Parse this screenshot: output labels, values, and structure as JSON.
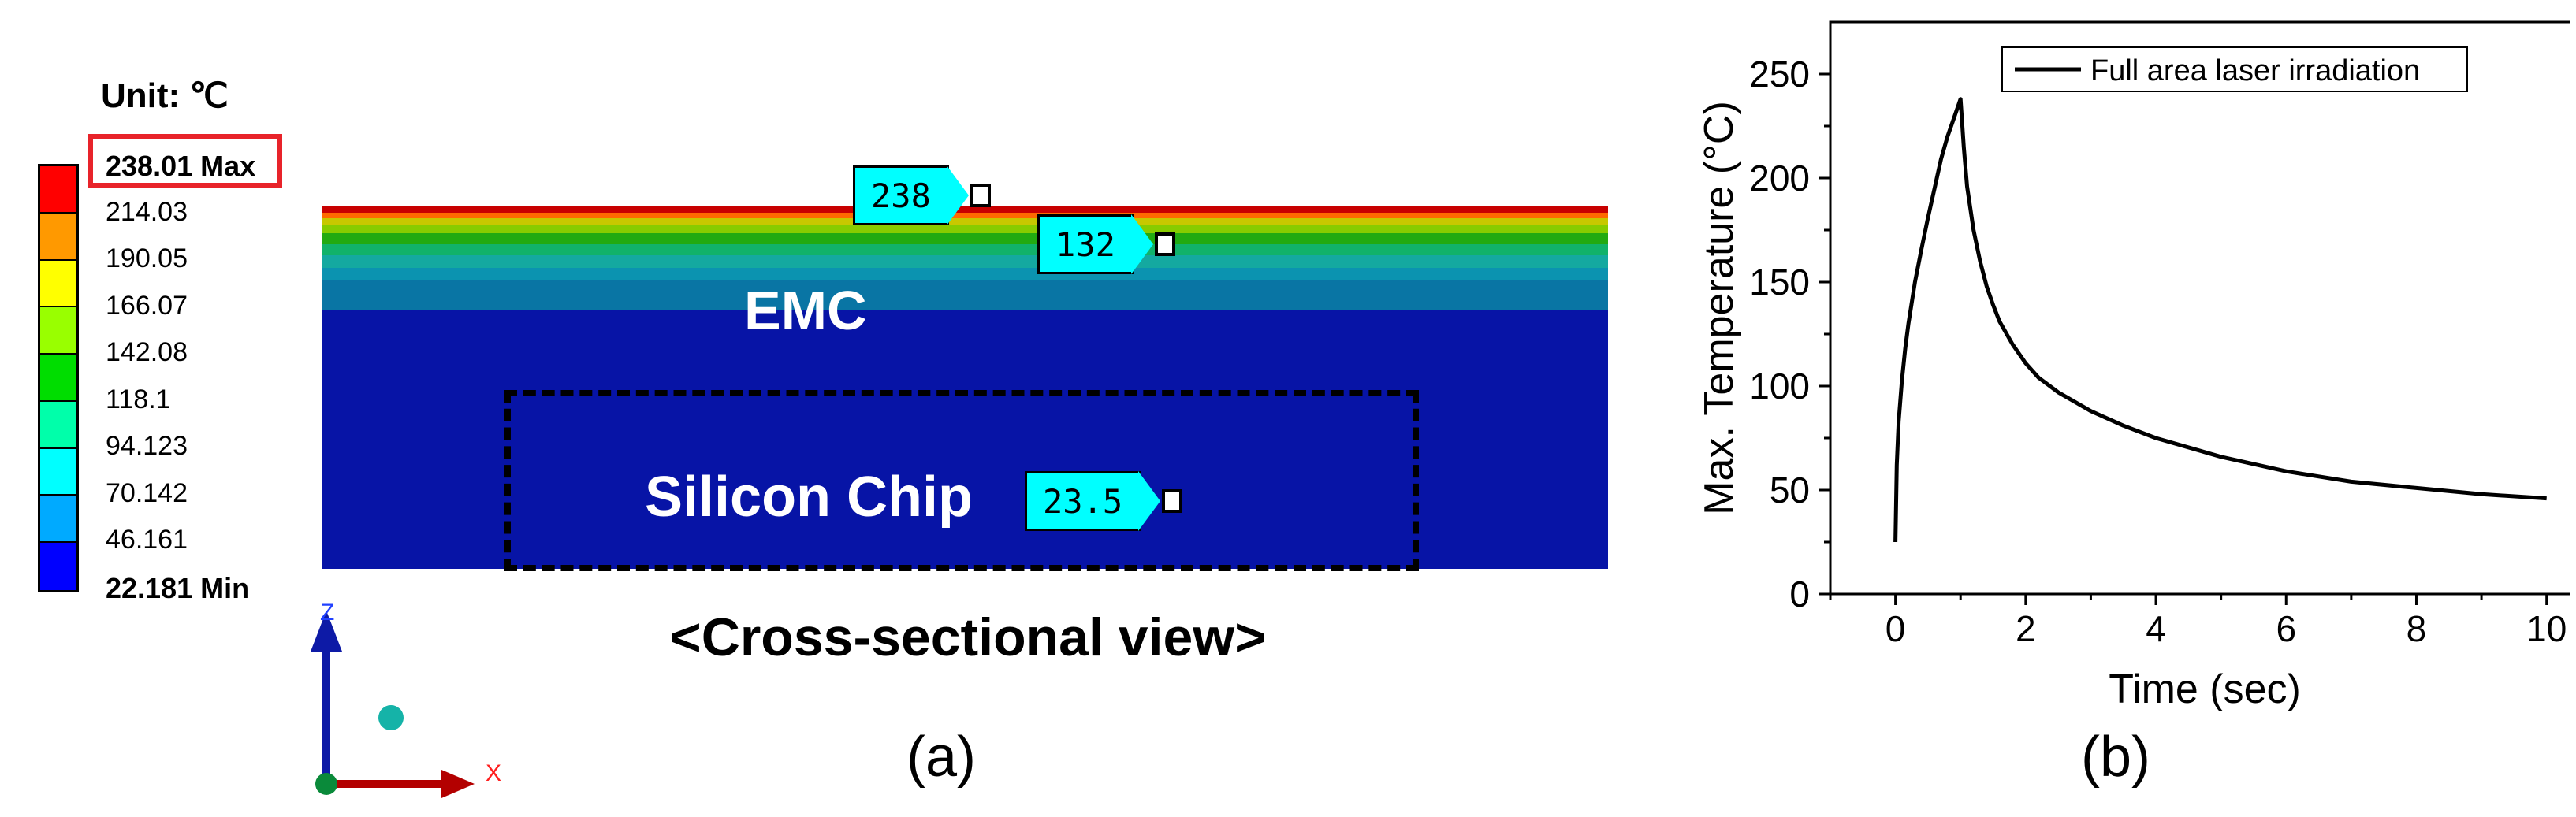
{
  "panel_a": {
    "unit_title": "Unit: ℃",
    "scale_labels": [
      "238.01 Max",
      "214.03",
      "190.05",
      "166.07",
      "142.08",
      "118.1",
      "94.123",
      "70.142",
      "46.161",
      "22.181 Min"
    ],
    "scale_colors": [
      "#ff0000",
      "#ff9900",
      "#ffff00",
      "#99ff00",
      "#00dd00",
      "#00ffaa",
      "#00ffff",
      "#00aaff",
      "#0000ff"
    ],
    "region_emc": "EMC",
    "region_chip": "Silicon Chip",
    "probes": [
      "238",
      "132",
      "23.5"
    ],
    "caption": "<Cross-sectional view>",
    "axis_z": "Z",
    "axis_x": "X",
    "panel_label": "(a)"
  },
  "panel_b": {
    "panel_label": "(b)"
  },
  "chart_data": {
    "type": "line",
    "title": "",
    "xlabel": "Time (sec)",
    "ylabel": "Max. Temperature (°C)",
    "xlim": [
      -1,
      10.5
    ],
    "ylim": [
      0,
      275
    ],
    "xticks": [
      0,
      2,
      4,
      6,
      8,
      10
    ],
    "yticks": [
      0,
      50,
      100,
      150,
      200,
      250
    ],
    "grid": false,
    "legend_position": "top-right",
    "series": [
      {
        "name": "Full area laser irradiation",
        "color": "#000000",
        "x": [
          0,
          0.02,
          0.05,
          0.1,
          0.15,
          0.2,
          0.3,
          0.4,
          0.5,
          0.6,
          0.7,
          0.8,
          0.9,
          1.0,
          1.05,
          1.1,
          1.2,
          1.3,
          1.4,
          1.5,
          1.6,
          1.8,
          2.0,
          2.2,
          2.5,
          3.0,
          3.5,
          4.0,
          5.0,
          6.0,
          7.0,
          8.0,
          9.0,
          10.0
        ],
        "y": [
          25,
          62,
          83,
          103,
          118,
          130,
          150,
          166,
          181,
          195,
          209,
          220,
          229,
          238,
          215,
          196,
          175,
          160,
          148,
          139,
          131,
          120,
          111,
          104,
          97,
          88,
          81,
          75,
          66,
          59,
          54,
          51,
          48,
          46
        ]
      }
    ]
  }
}
